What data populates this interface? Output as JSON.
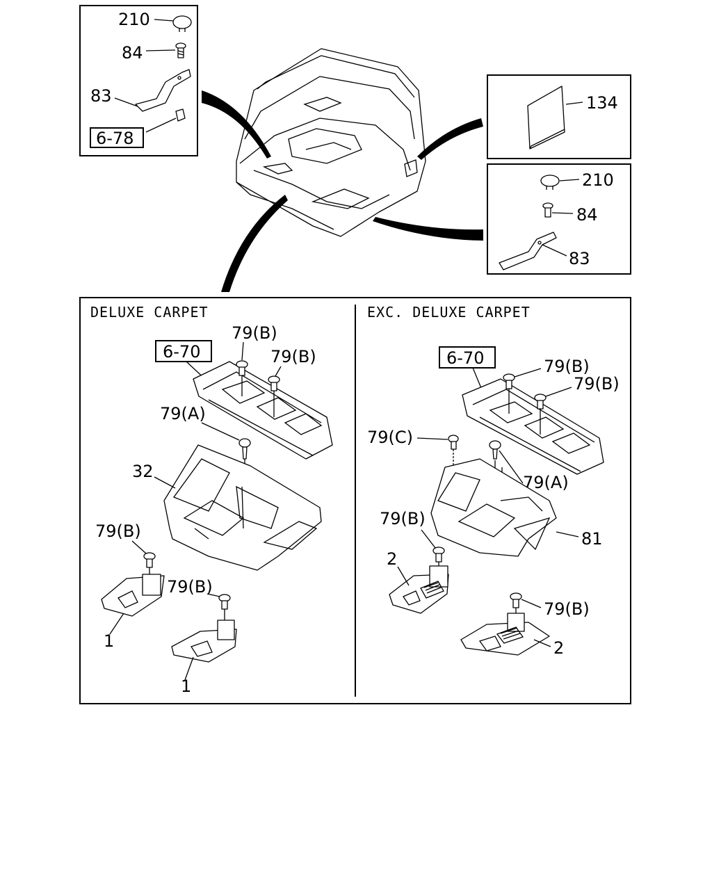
{
  "top_left_callouts": {
    "cap": "210",
    "screw": "84",
    "bracket": "83",
    "ref": "6-78"
  },
  "top_right_upper_callouts": {
    "mat": "134"
  },
  "top_right_lower_callouts": {
    "cap": "210",
    "screw": "84",
    "bracket": "83"
  },
  "deluxe_panel": {
    "title": "DELUXE CARPET",
    "ref": "6-70",
    "bolt_b1": "79(B)",
    "bolt_b2": "79(B)",
    "bolt_a": "79(A)",
    "carpet": "32",
    "bolt_b3": "79(B)",
    "bolt_b4": "79(B)",
    "mat_left": "1",
    "mat_right": "1"
  },
  "exc_deluxe_panel": {
    "title": "EXC. DELUXE CARPET",
    "ref": "6-70",
    "bolt_b1": "79(B)",
    "bolt_b2": "79(B)",
    "bolt_c": "79(C)",
    "bolt_a": "79(A)",
    "carpet": "81",
    "bolt_b3": "79(B)",
    "mat_left": "2",
    "bolt_b4": "79(B)",
    "mat_right": "2"
  }
}
